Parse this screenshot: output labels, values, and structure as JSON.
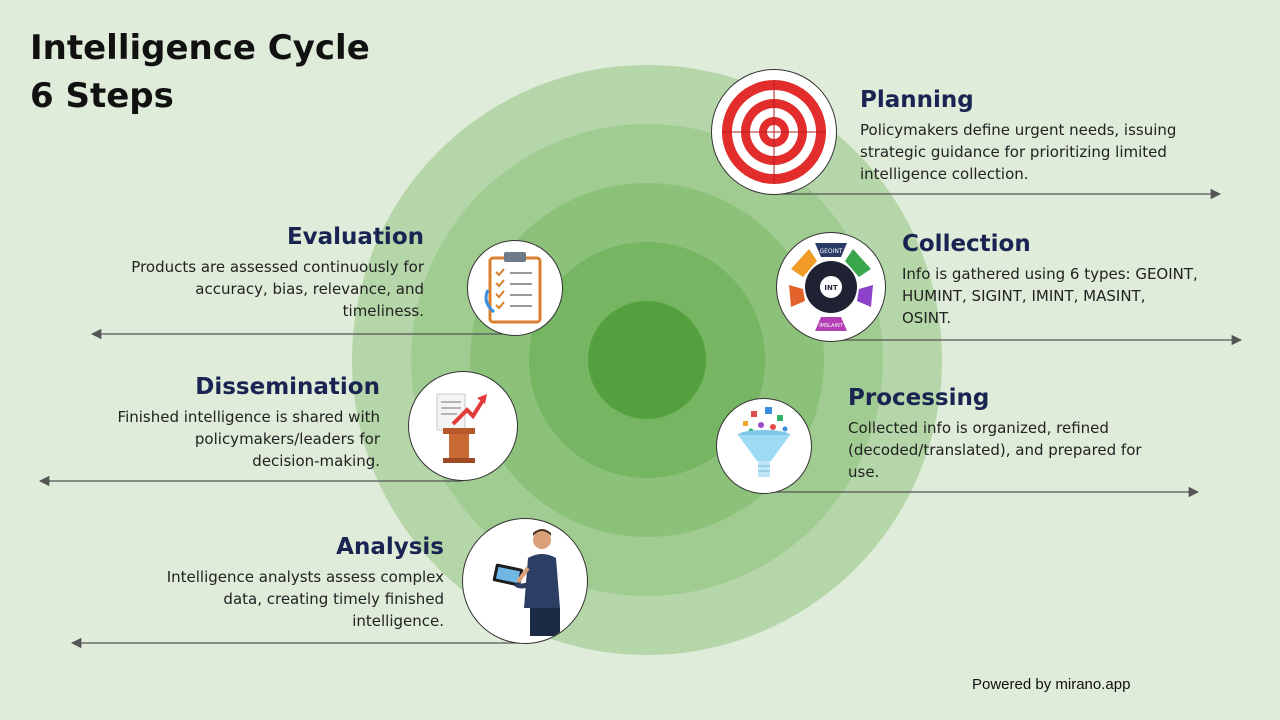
{
  "title": {
    "line1": "Intelligence Cycle",
    "line2": "6 Steps"
  },
  "steps": {
    "planning": {
      "name": "Planning",
      "lines": [
        "Policymakers define urgent needs, issuing",
        "strategic guidance for prioritizing limited",
        "intelligence collection."
      ],
      "icon": "target-icon"
    },
    "collection": {
      "name": "Collection",
      "lines": [
        "Info is gathered using 6 types: GEOINT,",
        "HUMINT, SIGINT, IMINT, MASINT,",
        "OSINT."
      ],
      "icon": "intelligence-types-wheel-icon",
      "icon_labels": {
        "top": "GEOINT",
        "center": "INT",
        "bottom": "IMSLAINT"
      }
    },
    "processing": {
      "name": "Processing",
      "lines": [
        "Collected info is organized, refined",
        "(decoded/translated), and prepared for",
        "use."
      ],
      "icon": "data-funnel-icon"
    },
    "analysis": {
      "name": "Analysis",
      "lines": [
        "Intelligence analysts assess complex",
        "data, creating timely finished",
        "intelligence."
      ],
      "icon": "analyst-with-tablet-icon"
    },
    "dissemination": {
      "name": "Dissemination",
      "lines": [
        "Finished intelligence is shared with",
        "policymakers/leaders for",
        "decision-making."
      ],
      "icon": "podium-report-icon"
    },
    "evaluation": {
      "name": "Evaluation",
      "lines": [
        "Products are assessed continuously for",
        "accuracy, bias, relevance, and",
        "timeliness."
      ],
      "icon": "checklist-clipboard-icon"
    }
  },
  "footer": "Powered by mirano.app",
  "colors": {
    "background": "#dfecd9",
    "ring_outer": "#b4d6a8",
    "ring_2": "#a0cc91",
    "ring_3": "#8cc17a",
    "ring_4": "#76b562",
    "ring_5": "#64ab50",
    "ring_core": "#55a03e",
    "heading": "#1a2453"
  }
}
